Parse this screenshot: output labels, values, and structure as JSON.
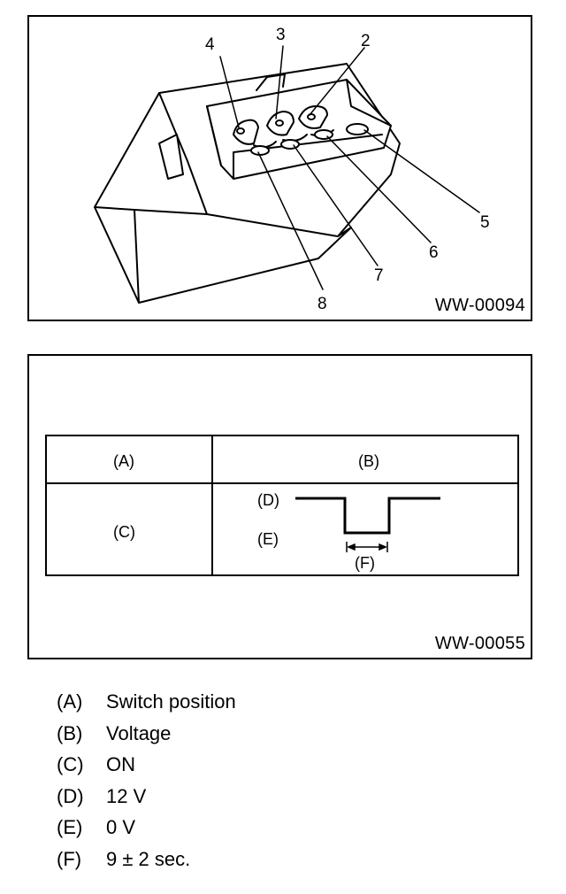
{
  "figure1": {
    "code": "WW-00094",
    "pins": [
      "4",
      "3",
      "2",
      "5",
      "6",
      "7",
      "8"
    ]
  },
  "figure2": {
    "code": "WW-00055",
    "table": {
      "header_a": "(A)",
      "header_b": "(B)",
      "row_c": "(C)",
      "label_d": "(D)",
      "label_e": "(E)",
      "label_f": "(F)"
    }
  },
  "legend": [
    {
      "key": "(A)",
      "value": "Switch position"
    },
    {
      "key": "(B)",
      "value": "Voltage"
    },
    {
      "key": "(C)",
      "value": "ON"
    },
    {
      "key": "(D)",
      "value": "12 V"
    },
    {
      "key": "(E)",
      "value": "0 V"
    },
    {
      "key": "(F)",
      "value": "9 ± 2 sec."
    }
  ]
}
